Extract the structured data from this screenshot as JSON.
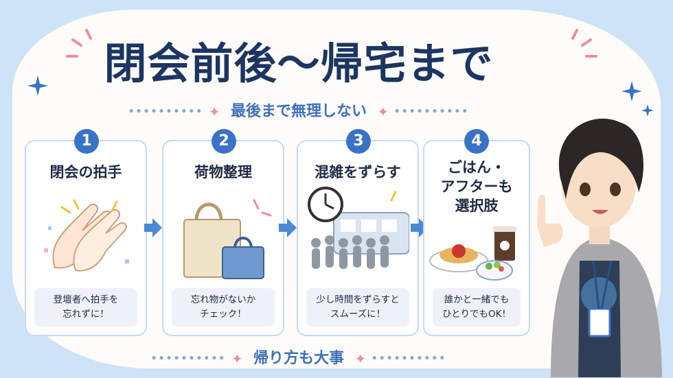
{
  "title": "閉会前後〜帰宅まで",
  "subtitle": "最後まで無理しない",
  "footer": "帰り方も大事",
  "steps": [
    {
      "number": "1",
      "title": "閉会の拍手",
      "desc_line1": "登壇者へ拍手を",
      "desc_line2": "忘れずに！"
    },
    {
      "number": "2",
      "title": "荷物整理",
      "desc_line1": "忘れ物がないか",
      "desc_line2": "チェック！"
    },
    {
      "number": "3",
      "title": "混雑をずらす",
      "desc_line1": "少し時間をずらすと",
      "desc_line2": "スムーズに！"
    },
    {
      "number": "4",
      "title_line1": "ごはん・",
      "title_line2": "アフターも",
      "title_line3": "選択肢",
      "desc_line1": "誰かと一緒でも",
      "desc_line2": "ひとりでもOK！"
    }
  ],
  "colors": {
    "title": "#1c3561",
    "accent": "#3a72c6",
    "pink": "#f08c9c",
    "card_border": "#c5daf2"
  },
  "icons": [
    "clapping-hands-icon",
    "bags-icon",
    "clock-crowd-icon",
    "food-coffee-icon",
    "arrow-right-icon",
    "sparkle-icon"
  ]
}
